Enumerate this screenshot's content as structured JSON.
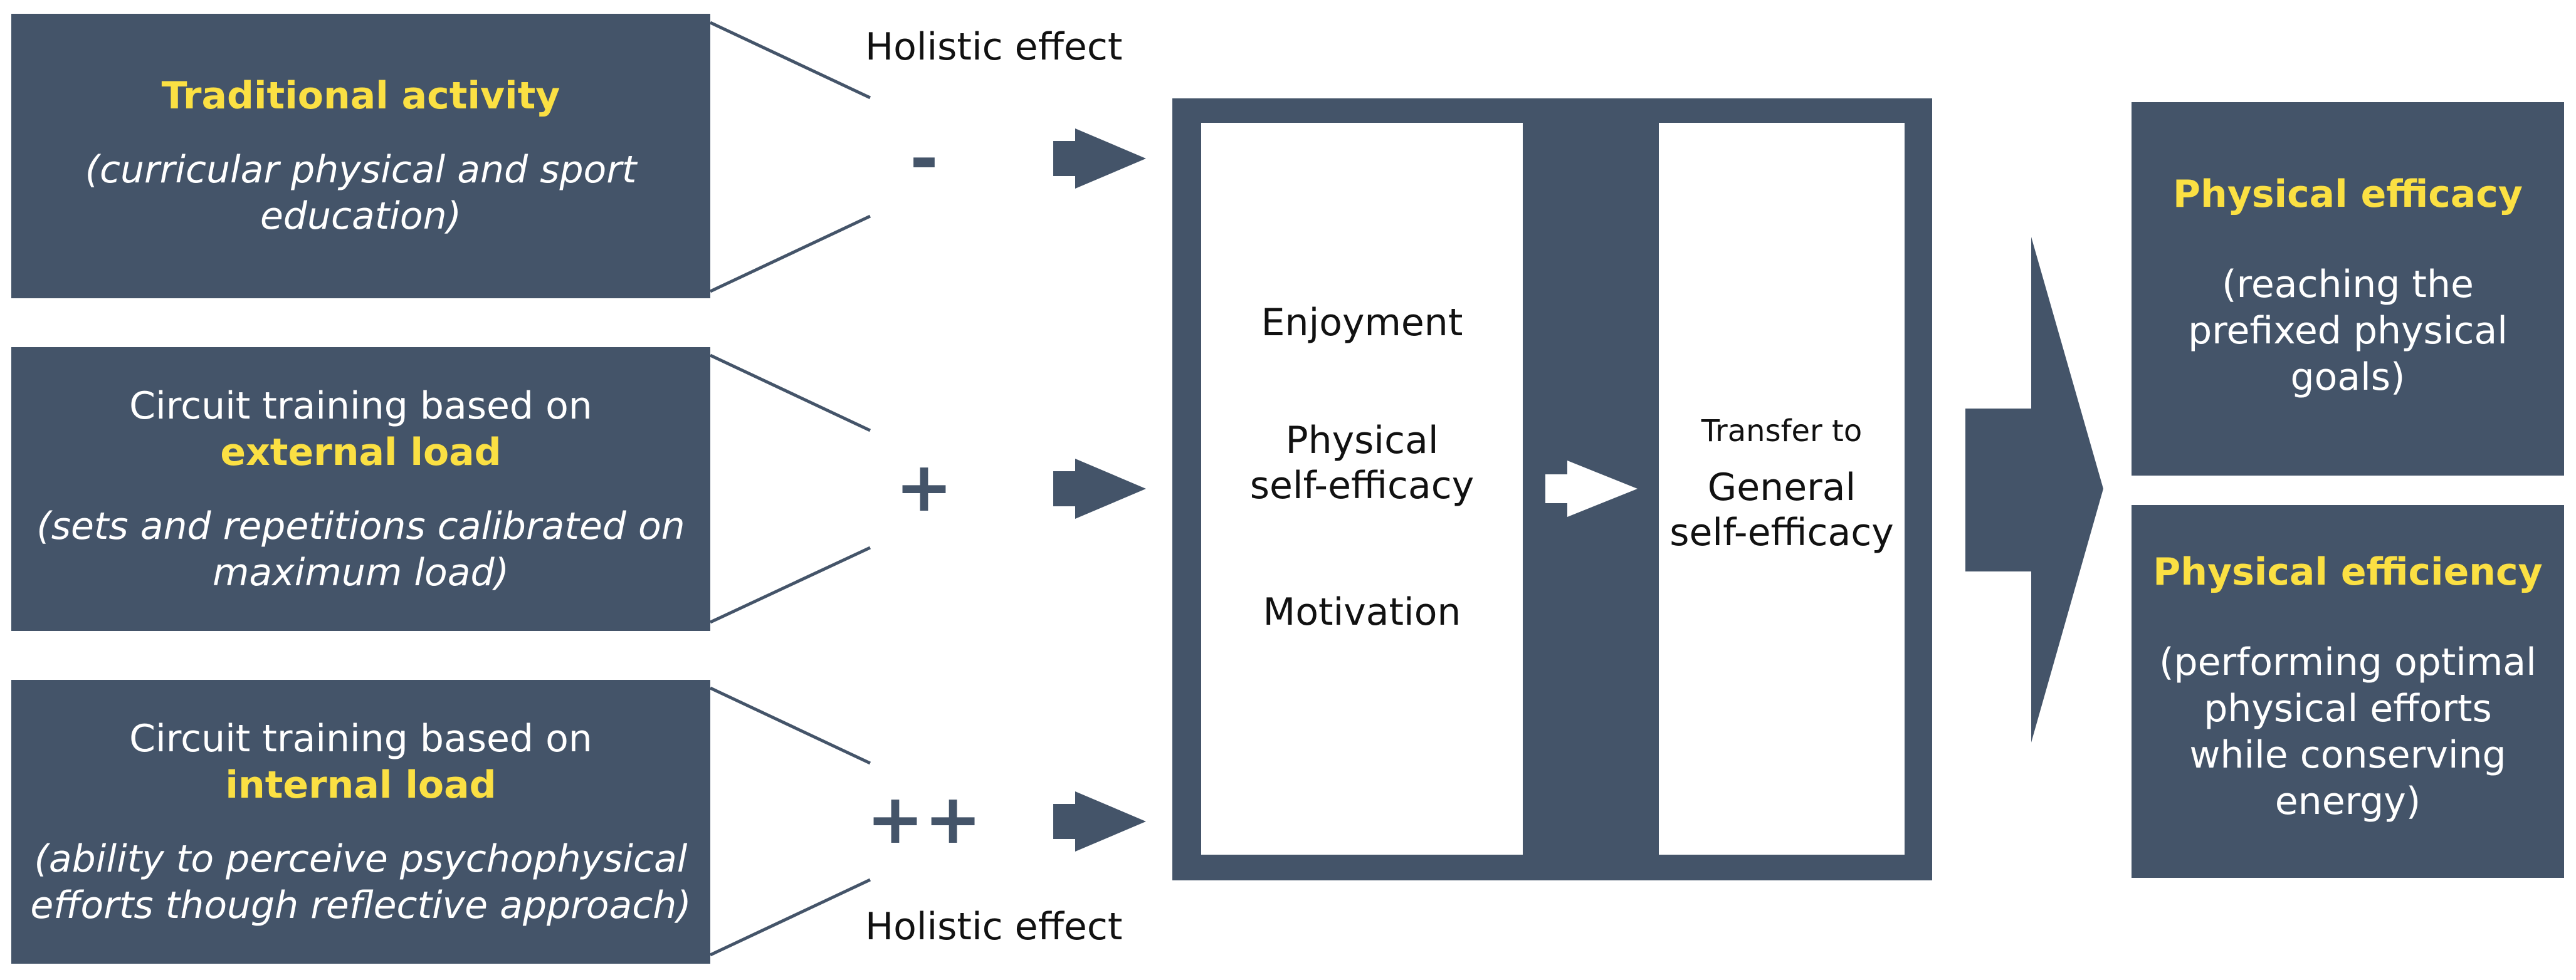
{
  "inputs": [
    {
      "title_lines": [
        {
          "text": "Traditional activity",
          "style": "highlight"
        }
      ],
      "description_lines": [
        "(curricular physical and sport",
        "education)"
      ]
    },
    {
      "title_lines": [
        {
          "text": "Circuit training based on",
          "style": "normal"
        },
        {
          "text": "external load",
          "style": "highlight"
        }
      ],
      "description_lines": [
        "(sets and repetitions calibrated on",
        "maximum load)"
      ]
    },
    {
      "title_lines": [
        {
          "text": "Circuit training based on",
          "style": "normal"
        },
        {
          "text": "internal load",
          "style": "highlight"
        }
      ],
      "description_lines": [
        "(ability to perceive psychophysical",
        "efforts though reflective approach)"
      ]
    }
  ],
  "effects": {
    "holistic_top": "Holistic effect",
    "holistic_bottom": "Holistic effect",
    "signs": [
      "-",
      "+",
      "++"
    ]
  },
  "central": {
    "left_items": [
      "Enjoyment",
      "Physical",
      "self-efficacy",
      "Motivation"
    ],
    "transfer_label": "Transfer to",
    "right_items": [
      "General",
      "self-efficacy"
    ]
  },
  "outcomes": [
    {
      "title": "Physical efficacy",
      "description_lines": [
        "(reaching the",
        "prefixed physical",
        "goals)"
      ]
    },
    {
      "title": "Physical efficiency",
      "description_lines": [
        "(performing optimal",
        "physical efforts",
        "while conserving",
        "energy)"
      ]
    }
  ],
  "colors": {
    "box_fill": "#445469",
    "highlight": "#fbe043",
    "text_light": "#ffffff",
    "text_dark": "#111111"
  }
}
